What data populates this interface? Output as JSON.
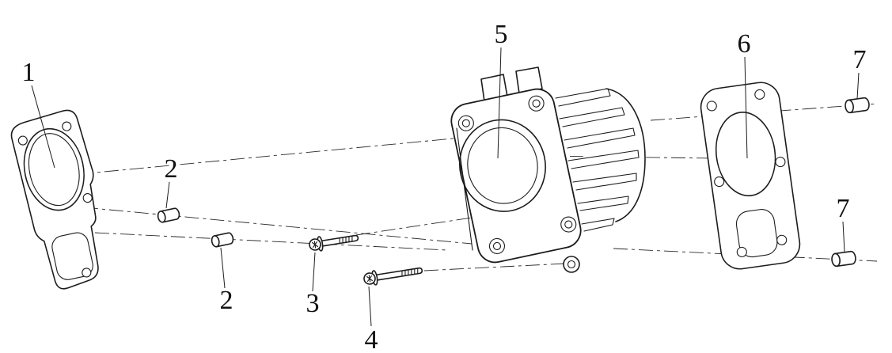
{
  "page": {
    "background_color": "#ffffff",
    "line_color": "#1c1c1c"
  },
  "labels": [
    {
      "text": "1"
    },
    {
      "text": "2"
    },
    {
      "text": "2"
    },
    {
      "text": "3"
    },
    {
      "text": "4"
    },
    {
      "text": "5"
    },
    {
      "text": "6"
    },
    {
      "text": "7"
    },
    {
      "text": "7"
    }
  ]
}
